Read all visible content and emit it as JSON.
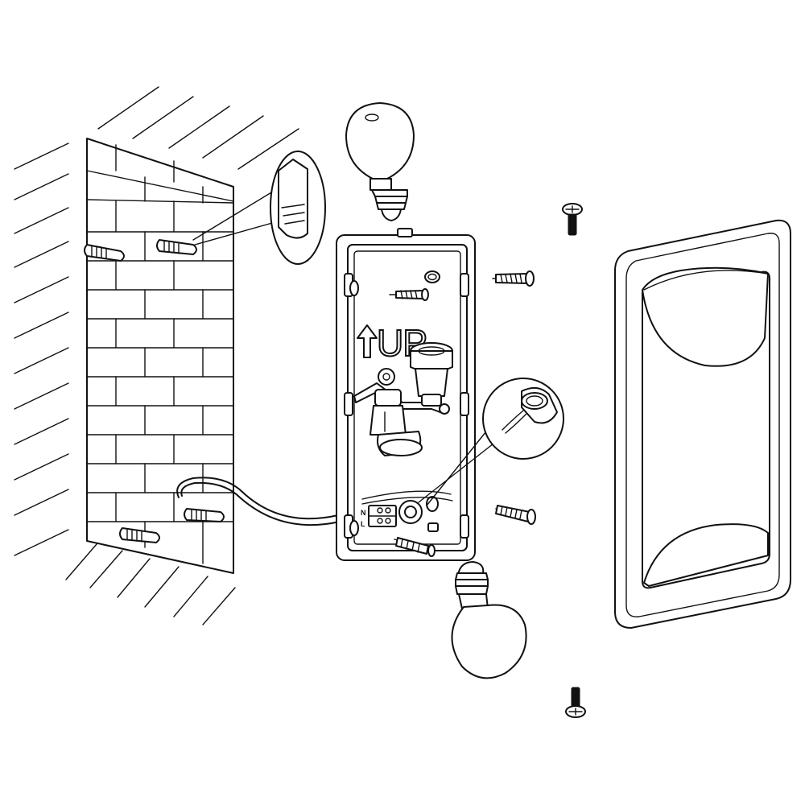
{
  "diagram": {
    "type": "exploded-installation-diagram",
    "box_label_up": "UP",
    "terminal_labels": [
      "N",
      "L"
    ],
    "colors": {
      "stroke": "#111111",
      "background": "#ffffff"
    },
    "parts": [
      "brick-wall",
      "wall-plug",
      "mounting-box",
      "bulb-socket",
      "light-bulb",
      "mounting-screw",
      "cover-screw",
      "terminal-block",
      "supply-cable",
      "front-cover"
    ]
  }
}
